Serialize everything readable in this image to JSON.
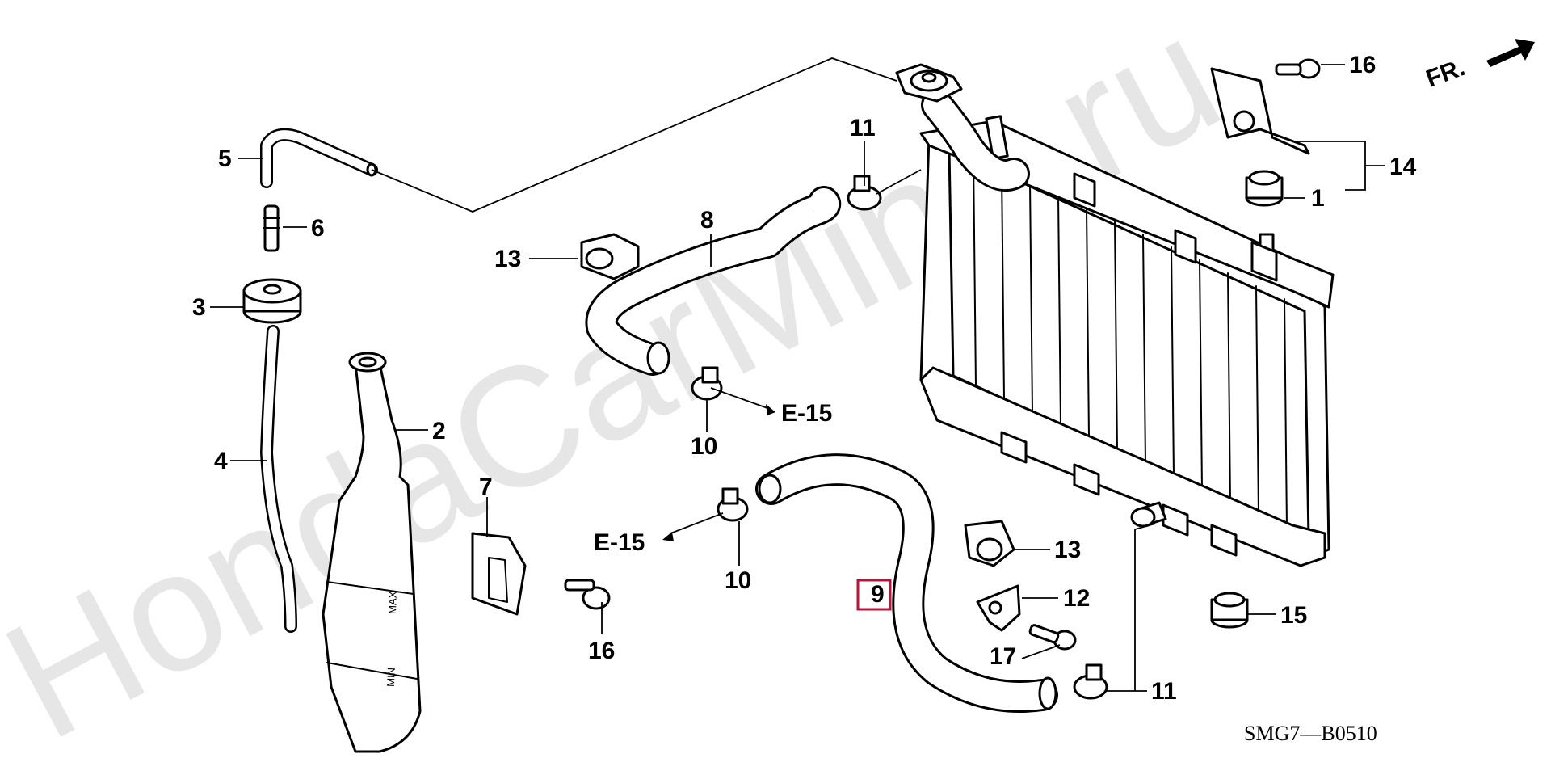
{
  "watermark": "HondaCarMine.ru",
  "diagram_code": "SMG7—B0510",
  "front_indicator": "FR.",
  "highlighted_part": "9",
  "callouts": {
    "c1": "1",
    "c2": "2",
    "c3": "3",
    "c4": "4",
    "c5": "5",
    "c6": "6",
    "c7": "7",
    "c8": "8",
    "c9": "9",
    "c10a": "10",
    "c10b": "10",
    "c11a": "11",
    "c11b": "11",
    "c12": "12",
    "c13a": "13",
    "c13b": "13",
    "c14": "14",
    "c15": "15",
    "c16a": "16",
    "c16b": "16",
    "c17": "17"
  },
  "references": {
    "ref_a": "E-15",
    "ref_b": "E-15"
  },
  "gauge": {
    "max": "MAX",
    "min": "MIN"
  },
  "colors": {
    "highlight": "#b0173a",
    "watermark": "#e6e6e6"
  }
}
